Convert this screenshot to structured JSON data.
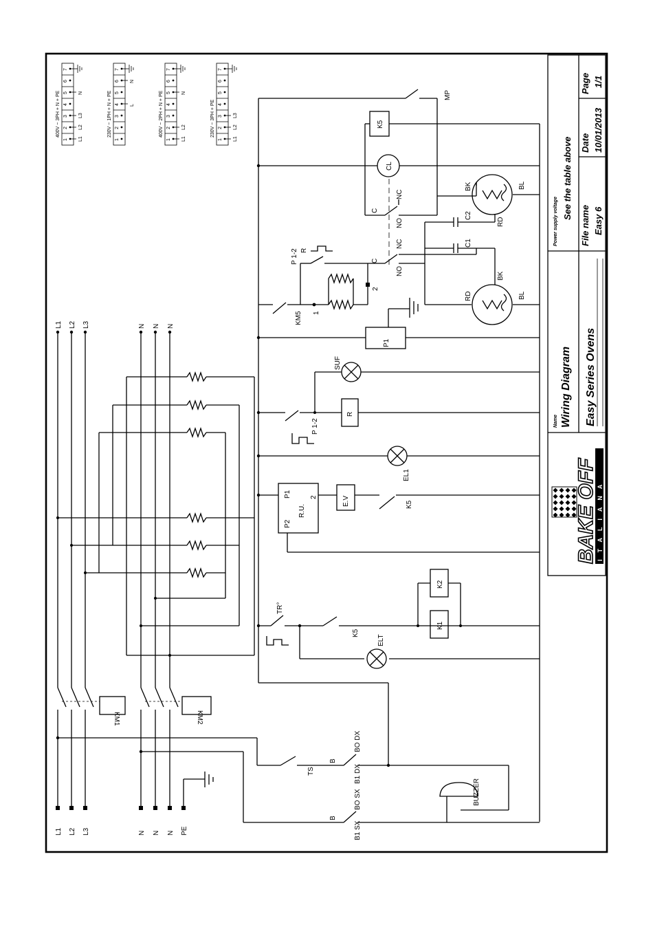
{
  "title_block": {
    "name_label": "Name",
    "name_value": "Wiring Diagram",
    "series": "Easy Series Ovens",
    "file_name_label": "File name",
    "file_name_value": "Easy 6",
    "date_label": "Date",
    "date_value": "10/01/2013",
    "page_label": "Page",
    "page_value": "1/1",
    "supply_label": "Power supply voltage",
    "supply_value": "See the table above",
    "logo_text": "BAKE OFF",
    "logo_sub": "ITALIANA"
  },
  "supply_table": [
    {
      "caption": "400V ~ 3PH + N + PE",
      "labels": [
        "L1",
        "L2",
        "L3",
        "",
        "N",
        "",
        ""
      ]
    },
    {
      "caption": "230V ~ 1PH + N + PE",
      "labels": [
        "",
        "",
        "",
        "L",
        "",
        "N",
        ""
      ]
    },
    {
      "caption": "400V ~ 2PH + N + PE",
      "labels": [
        "L1",
        "L2",
        "",
        "",
        "N",
        "",
        ""
      ]
    },
    {
      "caption": "230V ~ 3PH + PE",
      "labels": [
        "L1",
        "L2",
        "L3",
        "",
        "",
        "",
        ""
      ]
    }
  ],
  "terminal_numbers": [
    "1",
    "2",
    "3",
    "4",
    "5",
    "6",
    "7"
  ],
  "components": {
    "L1": "L1",
    "L2": "L2",
    "L3": "L3",
    "N": "N",
    "PE": "PE",
    "KM1": "KM1",
    "KM2": "KM2",
    "TS": "TS",
    "B": "B",
    "BO_DX": "BO DX",
    "B1_DX": "B1 DX",
    "BO_SX": "BO SX",
    "B1_SX": "B1 SX",
    "BUZZER": "BUZZER",
    "TR": "TR°",
    "K5": "K5",
    "ELT": "ELT",
    "K1": "K1",
    "K2": "K2",
    "RU": "R.U.",
    "P1": "P1",
    "P2": "P2",
    "RU_2": "2",
    "EV": "E.V",
    "EL1": "EL1",
    "P12": "P 1-2",
    "R": "R",
    "SUF": "SUF",
    "KM5": "KM5",
    "T1": "1",
    "T2": "2",
    "P12R": "P 1-2 R",
    "C": "C",
    "NO": "NO",
    "NC": "NC",
    "CL": "CL",
    "MP": "MP",
    "C1": "C1",
    "C2": "C2",
    "RD": "RD",
    "BK": "BK",
    "BL": "BL",
    "P1_FAN": "P1"
  }
}
